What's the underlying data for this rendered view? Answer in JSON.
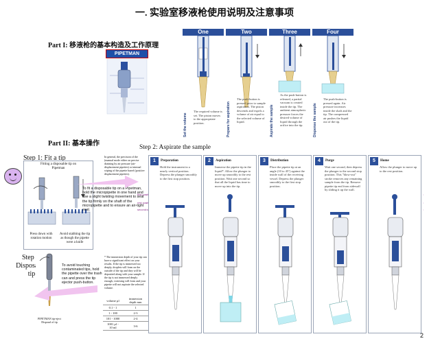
{
  "title": "一. 实验室移液枪使用说明及注意事项",
  "part1": {
    "label": "Part I:",
    "text": "移液枪的基本构造及工作原理"
  },
  "part2": {
    "label": "Part  II:",
    "text": "基本操作"
  },
  "pipetman_logo": "PIPETMAN",
  "stages": [
    {
      "header": "One",
      "side": "Set the volume",
      "text": "The required volume is set. The piston moves to the appropriate position."
    },
    {
      "header": "Two",
      "side": "Prepare for aspiration",
      "text": "The push-button is pressed prior to sample aspiration. The piston descends and expels a volume of air equal to the selected volume of liquid."
    },
    {
      "header": "Three",
      "side": "Aspirate the sample",
      "text": "As the push-button is released, a partial vacuum is created inside the tip. The ambient atmospheric pressure forces the desired volume of liquid through the orifice into the tip."
    },
    {
      "header": "Four",
      "side": "Dispense the sample",
      "text": "The push-button is pressed again. Air pressure increases inside the shaft and the tip. The compressed air pushes the liquid out of the tip."
    }
  ],
  "step1": {
    "title": "Step 1: Fit a tip",
    "sub": "Fitting a disposable tip on Pipetman",
    "cap_left": "Press down with rotation motion",
    "cap_right": "Avoid stabbing the tip as though the pipette were a knife",
    "note": "To fit a disposable tip on a Pipetman, hold the micropipette in one hand and use a slight twisting movement to seat the tip firmly on the shaft of the micropipette and to ensure an air-tight seal."
  },
  "step2": {
    "title": "Step 2: Aspirate the sample",
    "intro": "In general, the precision of the (manual mode either on precise draining by air pressure (air-displacement pipettes) or internal wiping of the pipette barrel (positive displacement pipettes).",
    "immersion_note": "* The immersion depth of your tip can have a significant effect on your results. If the tip is immersed too deeply, droplets will form on the outside of the tip and they will be deposited along with your sample. If the tip is not immersed deeply enough, vortexing will form and your pipette will not aspirate the selected volume.",
    "table": {
      "headers": [
        "volume µl",
        "immersion depth mm"
      ],
      "rows": [
        [
          "0.1 - 1",
          "1"
        ],
        [
          "1 - 100",
          "2-3"
        ],
        [
          "101 - 1000",
          "2-4"
        ],
        [
          "1001 µl - 10 ml",
          "3-6"
        ]
      ]
    },
    "level_labels": [
      "first position",
      "rest position",
      "second stop position"
    ],
    "panels": [
      {
        "num": "1",
        "name": "Preparation",
        "text": "Hold the instrument in a nearly vertical position. Depress the plunger smoothly to the first stop position."
      },
      {
        "num": "2",
        "name": "Aspiration",
        "text": "Immerse the pipette tip in the liquid*. Allow the plunger to move up smoothly to the rest position. Wait one second so that all the liquid has time to move up into the tip."
      },
      {
        "num": "3",
        "name": "Distribution",
        "text": "Place the pipette tip at an angle (10 to 45°) against the inside wall of the receiving vessel. Depress the plunger smoothly to the first stop position."
      },
      {
        "num": "4",
        "name": "Purge",
        "text": "Wait one second, then depress the plunger to the second stop position. This \"blow-out\" stroke removes any remaining sample from the tip. Remove pipette tip end from sidewall by sliding it up the wall."
      },
      {
        "num": "5",
        "name": "Home",
        "text": "Allow the plunger to move up to the rest position."
      }
    ]
  },
  "step3": {
    "title": "Step 3: Disposal of tip",
    "note": "To avoid touching contaminated tips, hold the pipette over the trash can and press the tip ejector push-button.",
    "caption": "PIPETMAN tip-eject Disposal of tip"
  },
  "page_number": "2",
  "colors": {
    "accent": "#2b4f9a",
    "liquid": "#7fd6e6",
    "tip": "#c9a04a",
    "arrow": "#e3a6e3"
  }
}
